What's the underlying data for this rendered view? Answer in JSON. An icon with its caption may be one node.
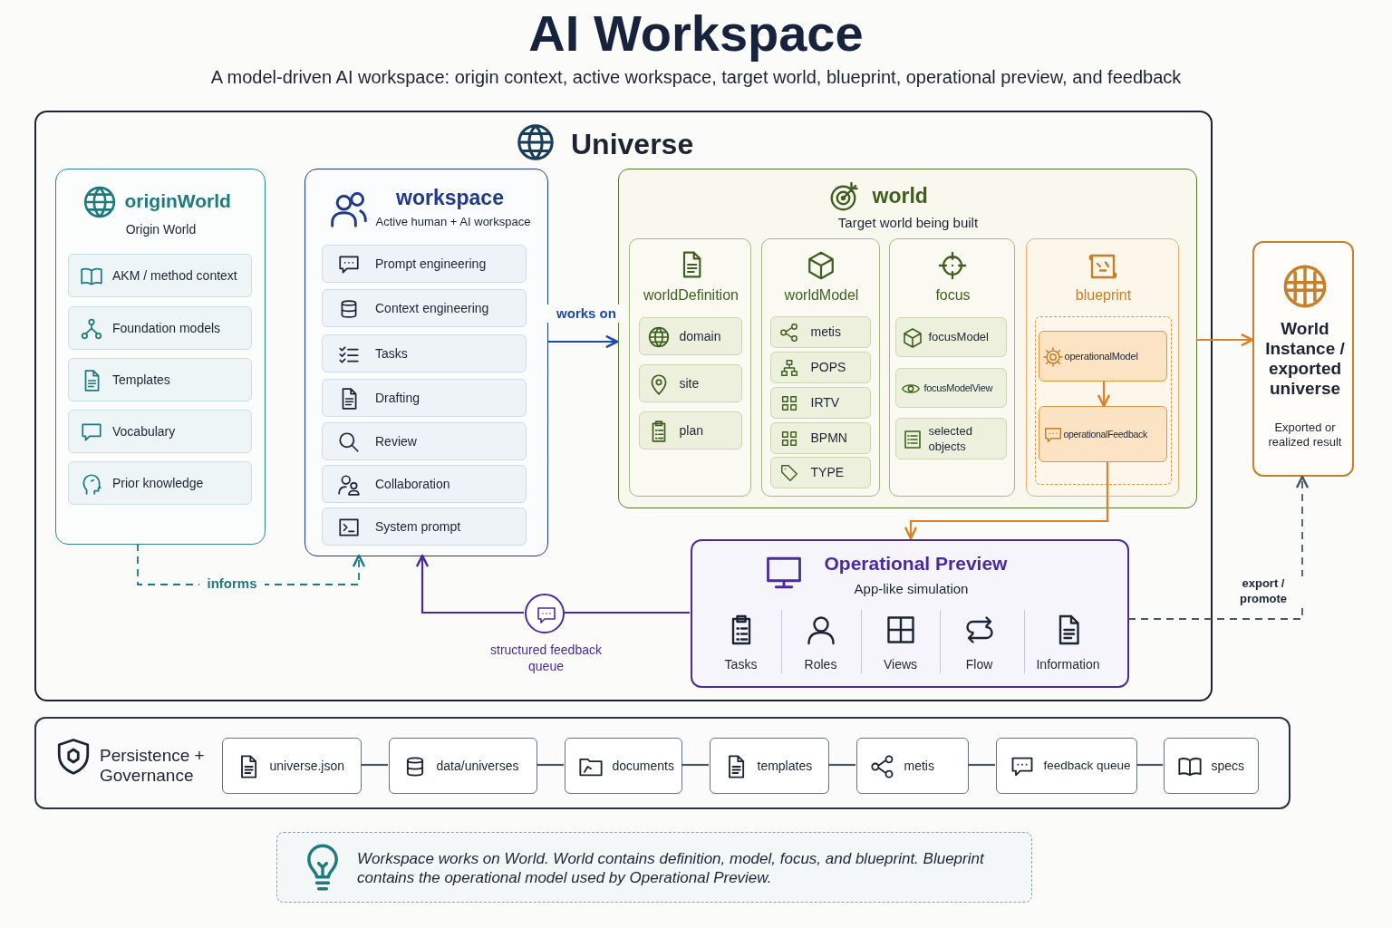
{
  "diagram": {
    "title": "AI Workspace",
    "nodes": [
      {
        "text": [
          "Universe"
        ]
      },
      {
        "text": [
          "originWorld",
          "Origin World"
        ],
        "in": 0
      },
      {
        "text": [
          "AKM / method context"
        ],
        "in": 1
      },
      {
        "text": [
          "Foundation models"
        ],
        "in": 1
      },
      {
        "text": [
          "Templates"
        ],
        "in": 1
      },
      {
        "text": [
          "Vocabulary"
        ],
        "in": 1
      },
      {
        "text": [
          "Prior knowledge"
        ],
        "in": 1
      },
      {
        "text": [
          "workspace",
          "Active human + AI workspace"
        ],
        "in": 0
      },
      {
        "text": [
          "Prompt engineering"
        ],
        "in": 7
      },
      {
        "text": [
          "Context engineering"
        ],
        "in": 7
      },
      {
        "text": [
          "Tasks"
        ],
        "in": 7
      },
      {
        "text": [
          "Drafting"
        ],
        "in": 7
      },
      {
        "text": [
          "Review"
        ],
        "in": 7
      },
      {
        "text": [
          "Collaboration"
        ],
        "in": 7
      },
      {
        "text": [
          "System prompt"
        ],
        "in": 7
      },
      {
        "text": [
          "world",
          "Target world being built"
        ],
        "in": 0
      },
      {
        "text": [
          "worldDefinition"
        ],
        "in": 15
      },
      {
        "text": [
          "domain"
        ],
        "in": 16
      },
      {
        "text": [
          "site"
        ],
        "in": 16
      },
      {
        "text": [
          "plan"
        ],
        "in": 16
      },
      {
        "text": [
          "worldModel"
        ],
        "in": 15
      },
      {
        "text": [
          "metis"
        ],
        "in": 20
      },
      {
        "text": [
          "POPS"
        ],
        "in": 20
      },
      {
        "text": [
          "IRTV"
        ],
        "in": 20
      },
      {
        "text": [
          "BPMN"
        ],
        "in": 20
      },
      {
        "text": [
          "TYPE"
        ],
        "in": 20
      },
      {
        "text": [
          "focus"
        ],
        "in": 15
      },
      {
        "text": [
          "focusModel"
        ],
        "in": 26
      },
      {
        "text": [
          "focusModelView"
        ],
        "in": 26
      },
      {
        "text": [
          "selected objects"
        ],
        "in": 26
      },
      {
        "text": [
          "blueprint"
        ],
        "in": 15
      },
      {
        "text": [
          "operationalModel"
        ],
        "in": 30
      },
      {
        "text": [
          "operationalFeedback"
        ],
        "in": 30
      },
      {
        "text": [
          "World Instance / exported universe",
          "Exported or realized result"
        ]
      },
      {
        "text": [
          "Operational Preview",
          "App-like simulation",
          "Tasks",
          "Roles",
          "Views",
          "Flow",
          "Information"
        ],
        "in": 0
      },
      {
        "text": [],
        "shape": "circle",
        "beside": [
          "structured feedback queue"
        ],
        "in": 0
      },
      {
        "text": [
          "Persistence + Governance"
        ]
      },
      {
        "text": [
          "universe.json"
        ],
        "in": 36
      },
      {
        "text": [
          "data/universes"
        ],
        "in": 36
      },
      {
        "text": [
          "documents"
        ],
        "in": 36
      },
      {
        "text": [
          "templates"
        ],
        "in": 36
      },
      {
        "text": [
          "metis"
        ],
        "in": 36
      },
      {
        "text": [
          "feedback queue"
        ],
        "in": 36
      },
      {
        "text": [
          "specs"
        ],
        "in": 36
      },
      {
        "text": [
          "Workspace works on World. World contains definition, model, focus, and blueprint. Blueprint contains the operational model used by Operational Preview."
        ]
      }
    ],
    "edges": [
      {
        "from": 1,
        "to": 7,
        "arrow": "to",
        "label": "informs",
        "style": "dashed",
        "color": "#1f7a80"
      },
      {
        "from": 7,
        "to": 15,
        "arrow": "to",
        "label": "works on",
        "color": "#1e4aa8"
      },
      {
        "from": 15,
        "to": 33,
        "arrow": "to",
        "color": "#d9822b"
      },
      {
        "from": 31,
        "to": 32,
        "arrow": "to",
        "color": "#d9822b"
      },
      {
        "from": 32,
        "to": 34,
        "arrow": "to",
        "color": "#d9822b"
      },
      {
        "from": 34,
        "to": 35,
        "arrow": "none",
        "color": "#4b2aa0"
      },
      {
        "from": 35,
        "to": 7,
        "arrow": "to",
        "color": "#4b2aa0"
      },
      {
        "from": 34,
        "to": 33,
        "arrow": "to",
        "label": "export / promote",
        "style": "dashed"
      },
      {
        "from": 37,
        "to": 38,
        "arrow": "none"
      },
      {
        "from": 38,
        "to": 39,
        "arrow": "none"
      },
      {
        "from": 39,
        "to": 40,
        "arrow": "none"
      },
      {
        "from": 40,
        "to": 41,
        "arrow": "none"
      },
      {
        "from": 41,
        "to": 42,
        "arrow": "none"
      },
      {
        "from": 42,
        "to": 43,
        "arrow": "none"
      }
    ],
    "labels": [
      "A model-driven AI workspace: origin context, active workspace, target world, blueprint, operational preview, and feedback"
    ]
  }
}
